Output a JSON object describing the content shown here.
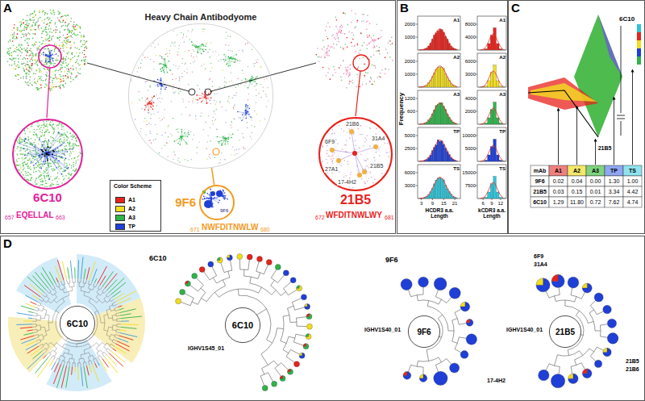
{
  "diagram": {
    "nodes": [
      {
        "text": [
          "A"
        ]
      },
      {
        "text": [
          "Heavy Chain Antibodyome"
        ],
        "in": 0
      },
      {
        "text": [
          "6C10"
        ],
        "in": 0
      },
      {
        "text": [
          "9F6"
        ],
        "in": 0
      },
      {
        "text": [
          "21B5"
        ],
        "in": 0
      },
      {
        "text": [
          "Color Scheme"
        ],
        "in": 0
      },
      {
        "text": [
          "B"
        ]
      },
      {
        "text": [
          "C"
        ]
      },
      {
        "text": [
          "D"
        ]
      },
      {
        "text": [
          "6C10"
        ],
        "in": 8
      },
      {
        "text": [
          "6C10"
        ],
        "in": 8
      },
      {
        "text": [
          "9F6"
        ],
        "in": 8
      },
      {
        "text": [
          "21B5"
        ],
        "in": 8
      }
    ],
    "edges": [
      {
        "from": 1,
        "to": 3,
        "arrow": "none"
      }
    ],
    "labels": [
      "657",
      "EQELLAL",
      "663",
      "9F6",
      "671",
      "NWFDITNWLW",
      "680",
      "21B6",
      "6F9",
      "31A4",
      "21B5",
      "27A1",
      "17-4H2",
      "672",
      "WFDITNWLWY",
      "681",
      "A1",
      "A2",
      "A3",
      "TP",
      "TS",
      "A1",
      "A2",
      "A3",
      "TP",
      "TS",
      "Frequency",
      "HCDR3 a.a. Length",
      "kCDR3 a.a. Length",
      "2000",
      "1000",
      "2000",
      "1000",
      "1200",
      "600",
      "5000",
      "2500",
      "6000",
      "3000",
      "8000",
      "4000",
      "6000",
      "3000",
      "4000",
      "2000",
      "10000",
      "5000",
      "15000",
      "7500",
      "3",
      "9",
      "15",
      "21",
      "6",
      "9",
      "12",
      "6C10",
      "21B5",
      "mAb",
      "A1",
      "A2",
      "A3",
      "TP",
      "TS",
      "9F6",
      "0.02",
      "0.04",
      "0.00",
      "1.30",
      "1.00",
      "21B5",
      "0.03",
      "0.15",
      "0.01",
      "3.34",
      "4.42",
      "6C10",
      "1.29",
      "11.80",
      "0.72",
      "7.62",
      "4.74",
      "6C10",
      "IGHV1S45_01",
      "9F6",
      "IGHV1S40_01",
      "6F9",
      "31A4",
      "IGHV1S40_01",
      "21B5",
      "21B6",
      "17-4H2"
    ],
    "legend": [
      {
        "text": "A1",
        "color": "#e8221c"
      },
      {
        "text": "A2",
        "color": "#f2dd1f"
      },
      {
        "text": "A3",
        "color": "#2fb34a"
      },
      {
        "text": "TP",
        "color": "#1f3fd6"
      }
    ]
  }
}
